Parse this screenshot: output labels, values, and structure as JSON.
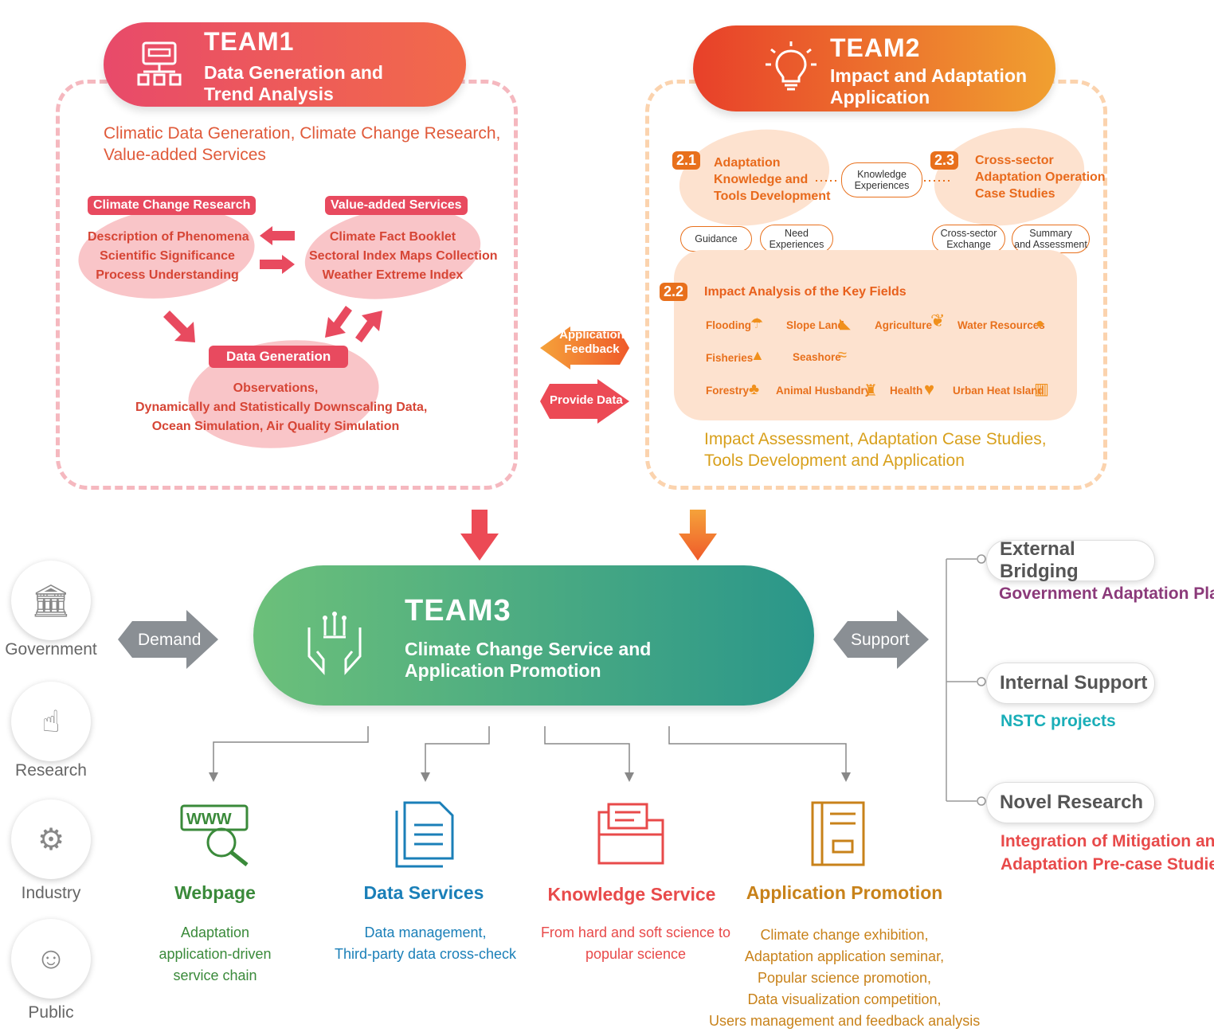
{
  "team1": {
    "title": "TEAM1",
    "subtitle_line1": "Data Generation and",
    "subtitle_line2": "Trend Analysis",
    "summary_line1": "Climatic Data Generation, Climate Change Research,",
    "summary_line2": "Value-added Services",
    "climate_change_research": {
      "label": "Climate Change Research",
      "items": [
        "Description of Phenomena",
        "Scientific Significance",
        "Process Understanding"
      ]
    },
    "value_added_services": {
      "label": "Value-added Services",
      "items": [
        "Climate Fact Booklet",
        "Sectoral Index Maps Collection",
        "Weather Extreme Index"
      ]
    },
    "data_generation": {
      "label": "Data Generation",
      "items": [
        "Observations,",
        "Dynamically and Statistically Downscaling Data,",
        "Ocean Simulation, Air Quality Simulation"
      ]
    }
  },
  "team2": {
    "title": "TEAM2",
    "subtitle_line1": "Impact and Adaptation",
    "subtitle_line2": "Application",
    "s21": {
      "num": "2.1",
      "line1": "Adaptation",
      "line2": "Knowledge and",
      "line3": "Tools Development"
    },
    "s23": {
      "num": "2.3",
      "line1": "Cross-sector",
      "line2": "Adaptation Operation",
      "line3": "Case Studies"
    },
    "s22": {
      "num": "2.2",
      "label": "Impact Analysis of the Key Fields"
    },
    "bubbles": {
      "knowledge_l1": "Knowledge",
      "knowledge_l2": "Experiences",
      "guidance": "Guidance",
      "need_l1": "Need",
      "need_l2": "Experiences",
      "cross_l1": "Cross-sector",
      "cross_l2": "Exchange",
      "summary_l1": "Summary",
      "summary_l2": "and Assessment"
    },
    "fields": [
      "Flooding",
      "Slope Land",
      "Agriculture",
      "Water Resources",
      "Fisheries",
      "Seashore",
      "Forestry",
      "Animal Husbandry",
      "Health",
      "Urban Heat Island"
    ],
    "summary_line1": "Impact Assessment, Adaptation Case Studies,",
    "summary_line2": "Tools Development and Application"
  },
  "middle_arrows": {
    "feedback_l1": "Application",
    "feedback_l2": "Feedback",
    "provide": "Provide Data"
  },
  "team3": {
    "title": "TEAM3",
    "subtitle_line1": "Climate Change Service and",
    "subtitle_line2": "Application Promotion"
  },
  "stakeholders": [
    "Government",
    "Research",
    "Industry",
    "Public"
  ],
  "demand": "Demand",
  "support": "Support",
  "support_targets": [
    {
      "label": "External Bridging",
      "desc_l1": "Government Adaptation Plans",
      "desc_l2": "",
      "color": "#8b3a7a"
    },
    {
      "label": "Internal Support",
      "desc_l1": "NSTC projects",
      "desc_l2": "",
      "color": "#1aaeb8"
    },
    {
      "label": "Novel Research",
      "desc_l1": "Integration of  Mitigation and",
      "desc_l2": "Adaptation Pre-case Studies",
      "color": "#e84a4a"
    }
  ],
  "services": [
    {
      "title": "Webpage",
      "color": "#3a8a3a",
      "desc": [
        "Adaptation",
        "application-driven",
        "service chain"
      ]
    },
    {
      "title": "Data Services",
      "color": "#1a7fb8",
      "desc": [
        "Data management,",
        "Third-party data cross-check"
      ]
    },
    {
      "title": "Knowledge Service",
      "color": "#e84a4a",
      "desc": [
        "From hard and soft science to",
        "popular science"
      ]
    },
    {
      "title": "Application Promotion",
      "color": "#c8821a",
      "desc": [
        "Climate change exhibition,",
        "Adaptation application seminar,",
        "Popular science promotion,",
        "Data visualization competition,",
        "Users management and feedback analysis"
      ]
    }
  ],
  "colors": {
    "team1": "#e84a5f",
    "team2": "#f07a2a",
    "team3_start": "#6cc07a",
    "team3_end": "#2a968a",
    "grey_arrow": "#8a8f94"
  }
}
